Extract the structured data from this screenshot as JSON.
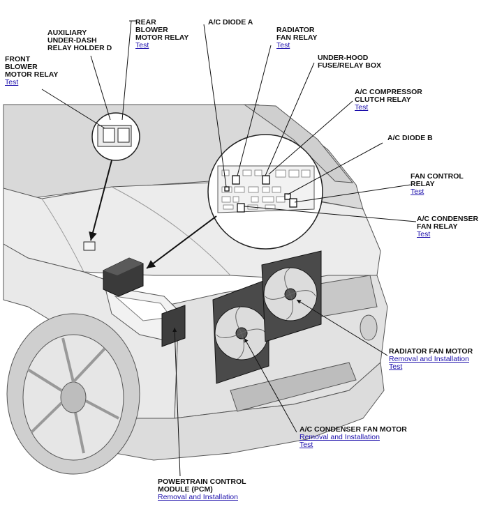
{
  "callouts": {
    "front_blower": {
      "name": "FRONT\nBLOWER\nMOTOR RELAY",
      "links": [
        "Test"
      ]
    },
    "aux_relay_holder": {
      "name": "AUXILIARY\nUNDER-DASH\nRELAY HOLDER D",
      "links": []
    },
    "rear_blower": {
      "name": "REAR\nBLOWER\nMOTOR RELAY",
      "links": [
        "Test"
      ]
    },
    "ac_diode_a": {
      "name": "A/C DIODE A",
      "links": []
    },
    "radiator_fan_relay": {
      "name": "RADIATOR\nFAN RELAY",
      "links": [
        "Test"
      ]
    },
    "under_hood_box": {
      "name": "UNDER-HOOD\nFUSE/RELAY BOX",
      "links": []
    },
    "ac_compressor_relay": {
      "name": "A/C COMPRESSOR\nCLUTCH RELAY",
      "links": [
        "Test"
      ]
    },
    "ac_diode_b": {
      "name": "A/C DIODE B",
      "links": []
    },
    "fan_control_relay": {
      "name": "FAN CONTROL\nRELAY",
      "links": [
        "Test"
      ]
    },
    "ac_condenser_fan_relay": {
      "name": "A/C CONDENSER\nFAN RELAY",
      "links": [
        "Test"
      ]
    },
    "radiator_fan_motor": {
      "name": "RADIATOR FAN MOTOR",
      "links": [
        "Removal and Installation",
        "Test"
      ]
    },
    "ac_condenser_fan_motor": {
      "name": "A/C CONDENSER FAN MOTOR",
      "links": [
        "Removal and Installation",
        "Test"
      ]
    },
    "pcm": {
      "name": "POWERTRAIN CONTROL\nMODULE (PCM)",
      "links": [
        "Removal and Installation"
      ]
    }
  },
  "colors": {
    "body_fill": "#e6e6e6",
    "line": "#222222",
    "component_dark": "#3a3a3a",
    "link": "#1a0dab"
  }
}
